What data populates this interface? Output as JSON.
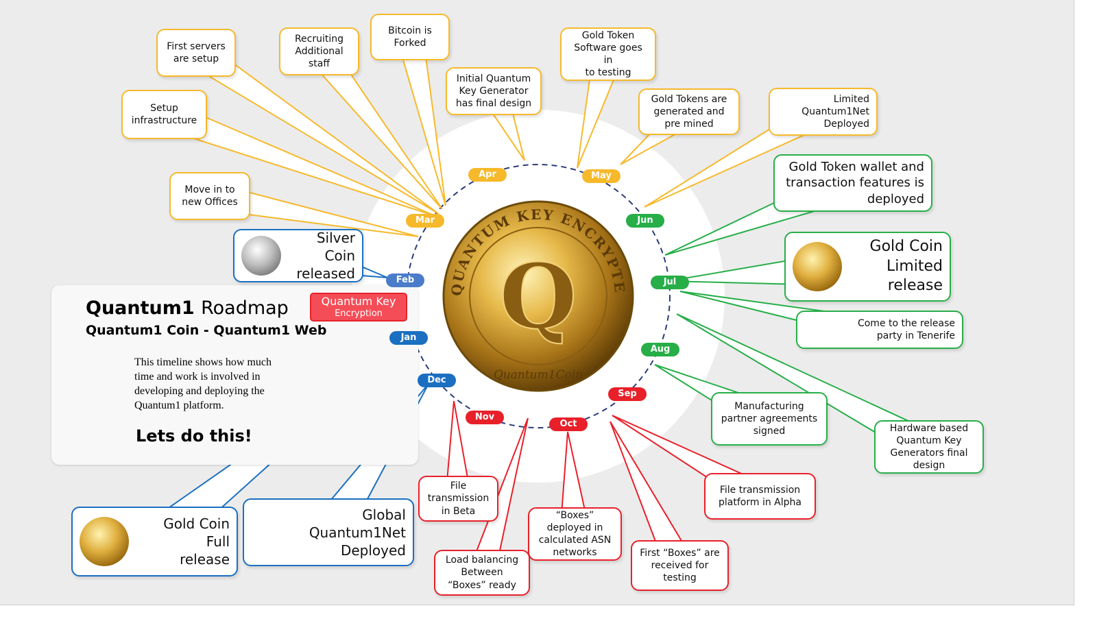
{
  "colors": {
    "yellow": "#f6b92b",
    "green": "#27ae48",
    "red": "#e8202a",
    "blue": "#1a6fc0",
    "feb": "#4a7cc9"
  },
  "panel": {
    "title_bold": "Quantum1",
    "title_light": "Roadmap",
    "subtitle": "Quantum1 Coin - Quantum1 Web",
    "description": "This timeline shows how much time and work is involved in developing and deploying the Quantum1 platform.",
    "cta": "Lets do this!"
  },
  "quantum_key_button": {
    "line1": "Quantum Key",
    "line2": "Encryption"
  },
  "coin_logo": {
    "ring_text": "QUANTUM KEY ENCRYPTED COIN",
    "bottom_text": "Quantum1Coin",
    "letter": "Q"
  },
  "months": [
    "Jan",
    "Feb",
    "Mar",
    "Apr",
    "May",
    "Jun",
    "Jul",
    "Aug",
    "Sep",
    "Oct",
    "Nov",
    "Dec"
  ],
  "callouts": [
    {
      "text": "First servers\nare setup",
      "month": "Mar"
    },
    {
      "text": "Recruiting\nAdditional\nstaff",
      "month": "Mar"
    },
    {
      "text": "Bitcoin is\nForked",
      "month": "Mar"
    },
    {
      "text": "Setup\ninfrastructure",
      "month": "Mar"
    },
    {
      "text": "Initial Quantum\nKey Generator\nhas final design",
      "month": "Apr"
    },
    {
      "text": "Gold Token\nSoftware goes in\nto testing",
      "month": "May"
    },
    {
      "text": "Gold Tokens are\ngenerated and\npre mined",
      "month": "May"
    },
    {
      "text": "Limited\nQuantum1Net\nDeployed",
      "month": "Jun"
    },
    {
      "text": "Move in to\nnew Offices",
      "month": "Mar"
    },
    {
      "text": "Gold Token wallet and\ntransaction features is\ndeployed",
      "month": "Jun"
    },
    {
      "text": "Gold Coin\nLimited\nrelease",
      "month": "Jul"
    },
    {
      "text": "Come to the release\nparty in Tenerife",
      "month": "Jul"
    },
    {
      "text": "Manufacturing\npartner agreements\nsigned",
      "month": "Aug"
    },
    {
      "text": "Hardware based\nQuantum Key\nGenerators final\ndesign",
      "month": "Jul"
    },
    {
      "text": "File\ntransmission\nin Beta",
      "month": "Nov"
    },
    {
      "text": "“Boxes”\ndeployed in\ncalculated ASN\nnetworks",
      "month": "Oct"
    },
    {
      "text": "Load balancing\nBetween\n“Boxes” ready",
      "month": "Nov"
    },
    {
      "text": "File transmission\nplatform in Alpha",
      "month": "Sep"
    },
    {
      "text": "First “Boxes” are\nreceived for\ntesting",
      "month": "Sep"
    },
    {
      "text": "Silver Coin\nreleased",
      "month": "Feb"
    },
    {
      "text": "Gold Coin\nFull\nrelease",
      "month": "Jan"
    },
    {
      "text": "Global\nQuantum1Net\nDeployed",
      "month": "Dec"
    }
  ]
}
